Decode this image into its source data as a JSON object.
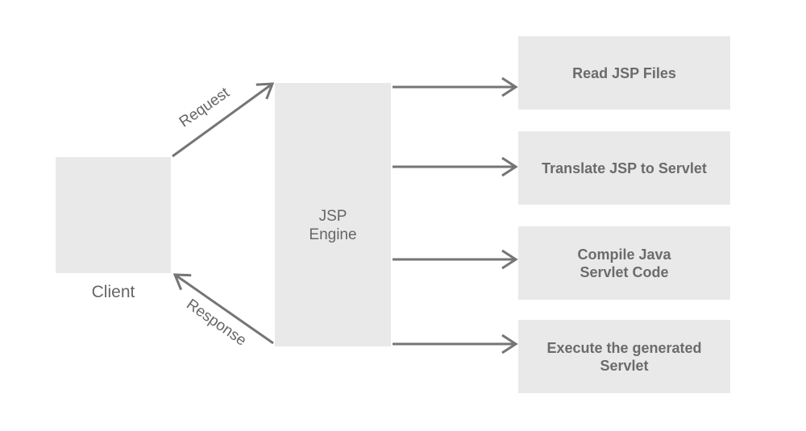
{
  "client": {
    "label": "Client"
  },
  "engine": {
    "lines": [
      "JSP",
      "Engine"
    ]
  },
  "flows": {
    "request_label": "Request",
    "response_label": "Response"
  },
  "steps": [
    {
      "lines": [
        "Read JSP Files"
      ]
    },
    {
      "lines": [
        "Translate JSP to Servlet"
      ]
    },
    {
      "lines": [
        "Compile Java",
        "Servlet Code"
      ]
    },
    {
      "lines": [
        "Execute the generated",
        "Servlet"
      ]
    }
  ],
  "colors": {
    "box_fill": "#e9e9e9",
    "arrow": "#757575",
    "text": "#666666",
    "bold_text": "#6b6b6b"
  }
}
